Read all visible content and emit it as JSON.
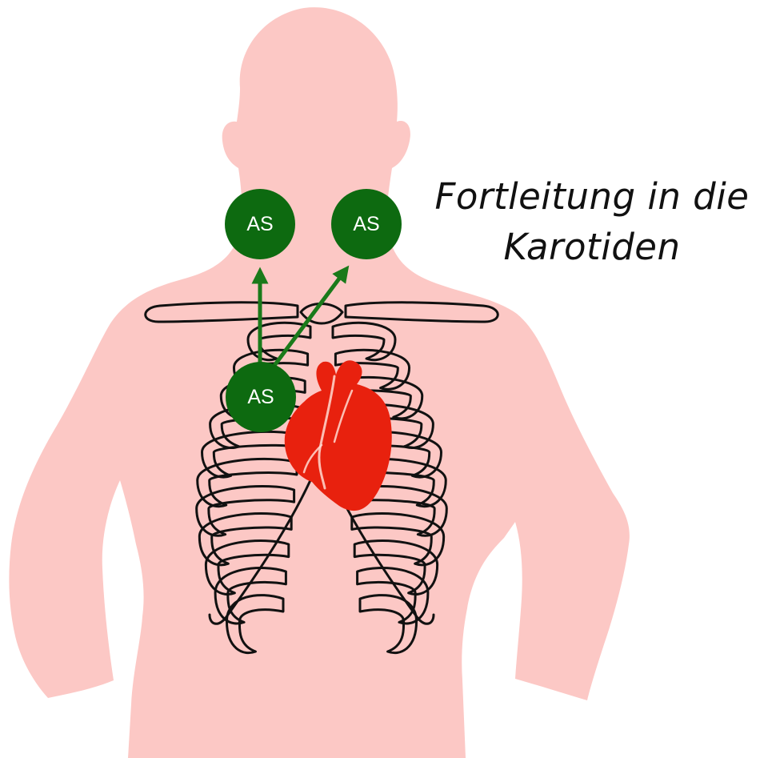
{
  "caption": {
    "line1": "Fortleitung in die",
    "line2": "Karotiden"
  },
  "nodes": [
    {
      "id": "left-carotid",
      "label": "AS"
    },
    {
      "id": "right-carotid",
      "label": "AS"
    },
    {
      "id": "origin",
      "label": "AS"
    }
  ],
  "arrows": [
    {
      "from": "origin",
      "to": "left-carotid"
    },
    {
      "from": "origin",
      "to": "right-carotid"
    }
  ],
  "colors": {
    "body": "#fcc8c5",
    "node": "#0d6a10",
    "arrow": "#1a7a1a",
    "heart": "#e8210e",
    "ribs_stroke": "#111111",
    "caption": "#111111"
  },
  "icons": {
    "body": "human-silhouette-icon",
    "ribcage": "ribcage-icon",
    "heart": "heart-icon"
  }
}
